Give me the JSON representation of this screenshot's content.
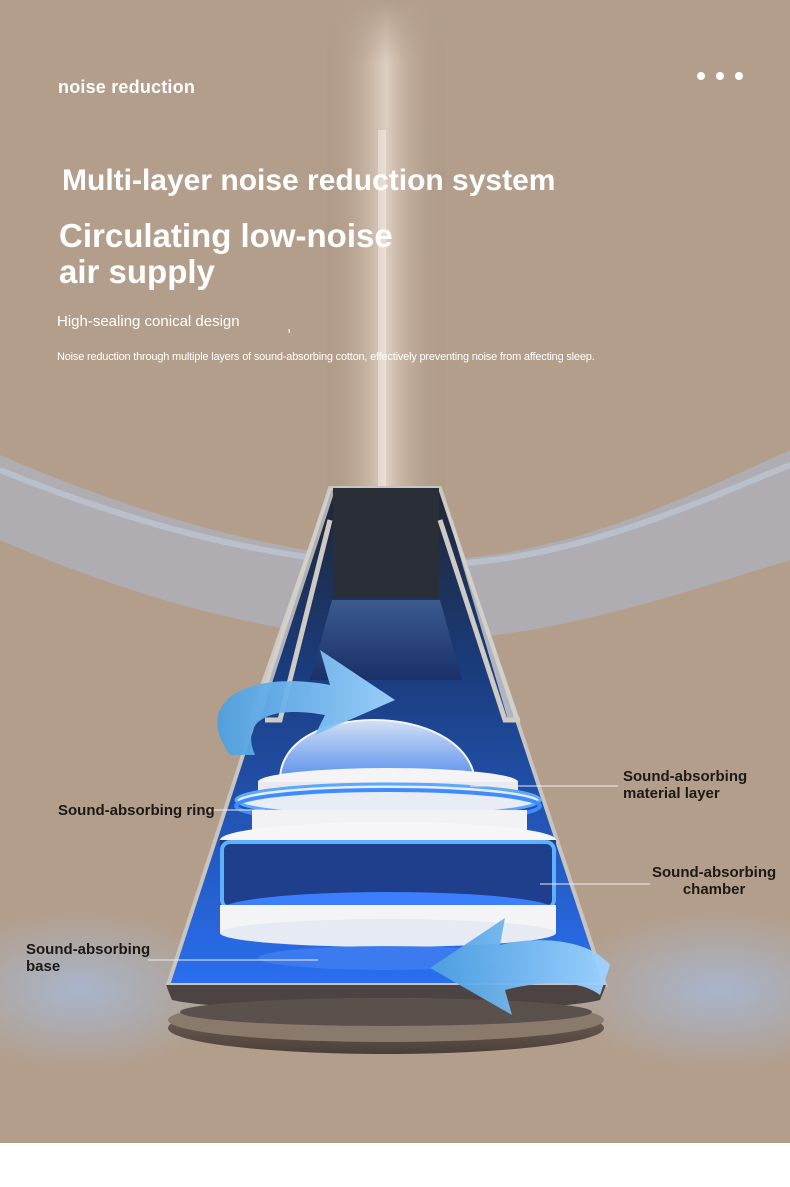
{
  "header": {
    "section_label": "noise reduction",
    "menu_icon": "more-dots-icon"
  },
  "hero": {
    "headline": "Multi-layer noise reduction system",
    "subheadline_line1": "Circulating low-noise",
    "subheadline_line2": "air supply",
    "feature": "High-sealing conical design",
    "feature_separator": ",",
    "description": "Noise reduction through multiple layers of sound-absorbing cotton, effectively preventing noise from affecting sleep."
  },
  "callouts": {
    "ring": "Sound-absorbing ring",
    "material_line1": "Sound-absorbing",
    "material_line2": "material layer",
    "chamber_line1": "Sound-absorbing",
    "chamber_line2": "chamber",
    "base_line1": "Sound-absorbing",
    "base_line2": "base"
  },
  "colors": {
    "background": "#b39e8c",
    "accent_blue": "#2f7dff",
    "cone_dark": "#1d2430",
    "text_light": "#ffffff",
    "text_dark": "#1c1a18"
  }
}
